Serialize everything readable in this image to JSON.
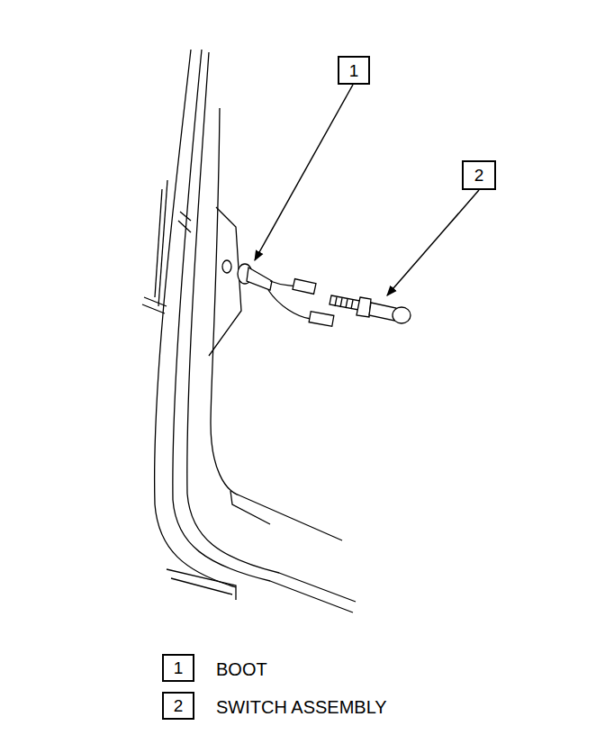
{
  "diagram": {
    "nodes": [
      {
        "text": [
          "1"
        ]
      },
      {
        "text": [
          "2"
        ]
      },
      {
        "text": [
          "1"
        ]
      },
      {
        "text": [
          "2"
        ]
      }
    ],
    "labels": [
      "BOOT",
      "SWITCH ASSEMBLY"
    ]
  }
}
